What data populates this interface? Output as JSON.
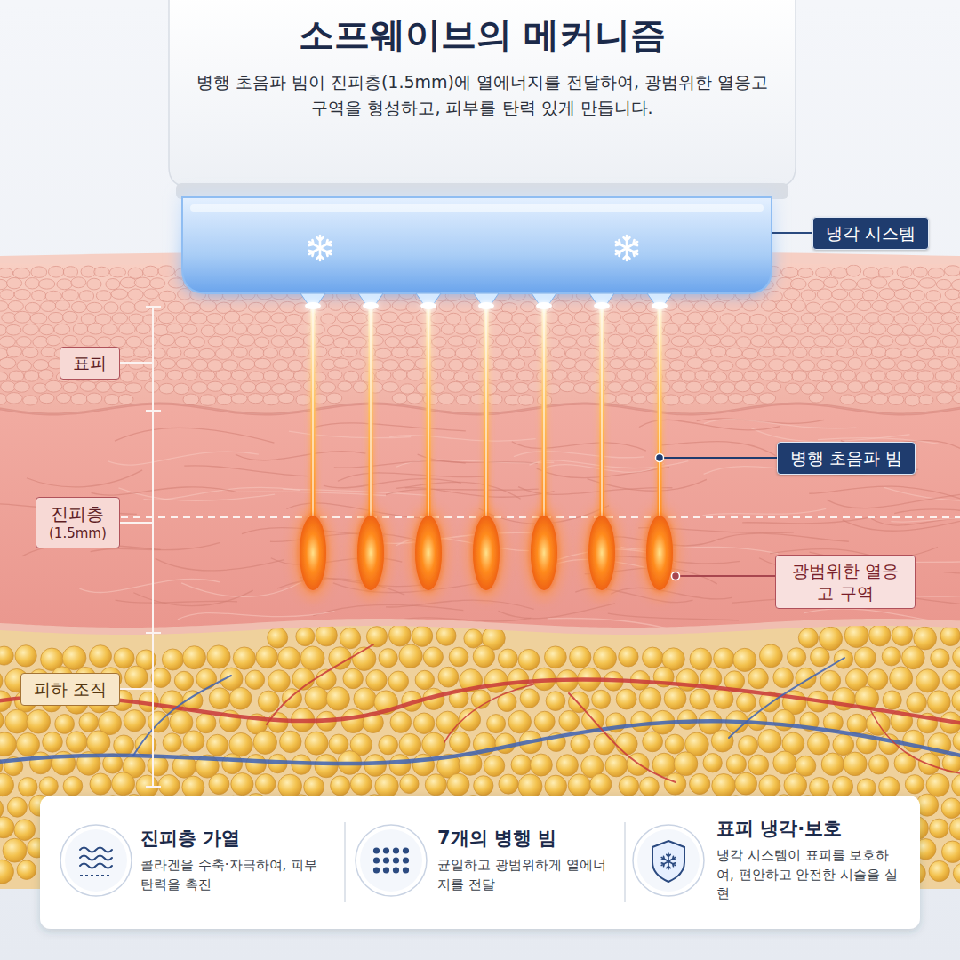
{
  "diagram": {
    "title": "소프웨이브의 메커니즘",
    "nodes": [
      {
        "text": [
          "냉각 시스템"
        ]
      },
      {
        "text": [
          "표피"
        ]
      },
      {
        "text": [
          "병행 초음파 빔"
        ]
      },
      {
        "text": [
          "진피층",
          "(1.5mm)"
        ]
      },
      {
        "text": [
          "광범위한 열응고 구역"
        ]
      },
      {
        "text": [
          "피하 조직"
        ]
      },
      {
        "text": [
          "진피층 가열",
          "콜라겐을 수축·자극하여, 피부 탄력을 촉진"
        ]
      },
      {
        "text": [
          "7개의 병행 빔",
          "균일하고 광범위하게 열에너지를 전달"
        ]
      },
      {
        "text": [
          "표피 냉각·보호",
          "냉각 시스템이 표피를 보호하여, 편안하고 안전한 시술을 실현"
        ]
      }
    ],
    "labels": [
      "병행 초음파 빔이 진피층(1.5mm)에 열에너지를 전달하여, 광범위한 열응고 구역을 형성하고, 피부를 탄력 있게 만듭니다."
    ]
  }
}
